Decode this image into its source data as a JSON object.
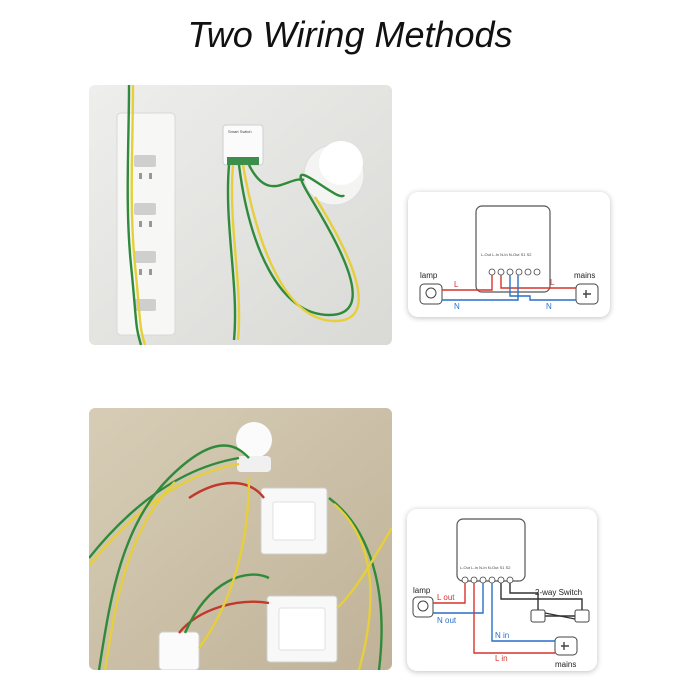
{
  "title": "Two Wiring Methods",
  "method1": {
    "device_label": "Smart Switch",
    "terminals": "L-Out L-In N-In N-Out S1 S2",
    "lamp": "lamp",
    "mains": "mains",
    "L": "L",
    "L2": "L",
    "N": "N",
    "N2": "N"
  },
  "method2": {
    "terminals": "L-Out L-In N-In N-Out S1 S2",
    "lamp": "lamp",
    "l_out": "L out",
    "n_out": "N out",
    "n_in": "N in",
    "l_in": "L in",
    "switch": "2-way Switch",
    "mains": "mains"
  },
  "colors": {
    "live": "#d9332b",
    "neutral": "#2a6fc7",
    "green_wire": "#2f8a3a",
    "yellow_wire": "#e6cf3a"
  }
}
